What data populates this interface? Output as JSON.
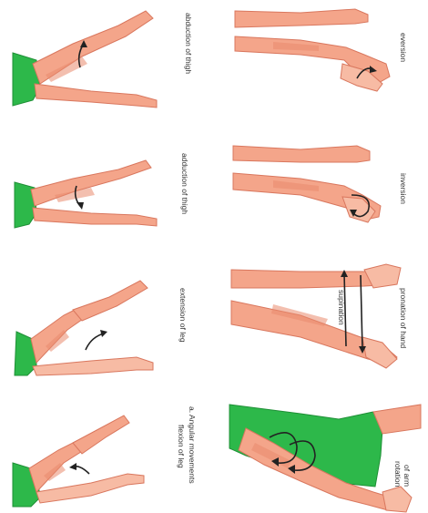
{
  "labels": {
    "adduction_thigh_top": "abduction of thigh",
    "adduction_thigh": "adduction of thigh",
    "extension_leg": "extension of leg",
    "flexion_leg": "flexion of leg",
    "angular_movements": "a. Angular movements",
    "eversion": "eversion",
    "inversion": "inversion",
    "pronation_hand": "pronation of hand",
    "supination": "supination",
    "rotation_arm_1": "rotation",
    "rotation_arm_2": "of arm"
  },
  "colors": {
    "skin": "#f4a58a",
    "skin_outline": "#d9775e",
    "cloth": "#2db84a",
    "arrow": "#222222"
  }
}
